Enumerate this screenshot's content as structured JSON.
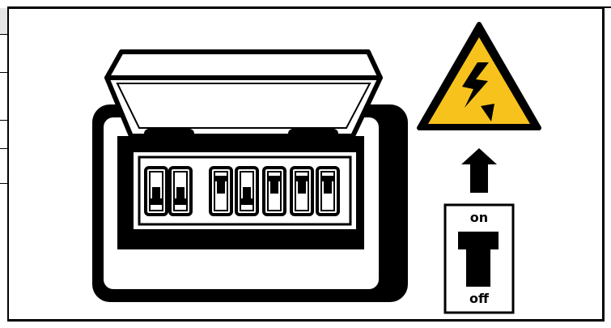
{
  "illustration": {
    "subject": "electrical-fuse-box-with-open-cover",
    "breakers": [
      {
        "state": "off"
      },
      {
        "state": "off"
      },
      {
        "state": "on"
      },
      {
        "state": "off"
      },
      {
        "state": "on"
      },
      {
        "state": "on"
      },
      {
        "state": "on"
      }
    ]
  },
  "warning_sign": {
    "icon": "high-voltage-warning-icon",
    "color": "#f7c21c"
  },
  "arrow": {
    "icon": "up-arrow-icon",
    "direction": "up"
  },
  "switch_legend": {
    "on_label": "on",
    "off_label": "off"
  }
}
